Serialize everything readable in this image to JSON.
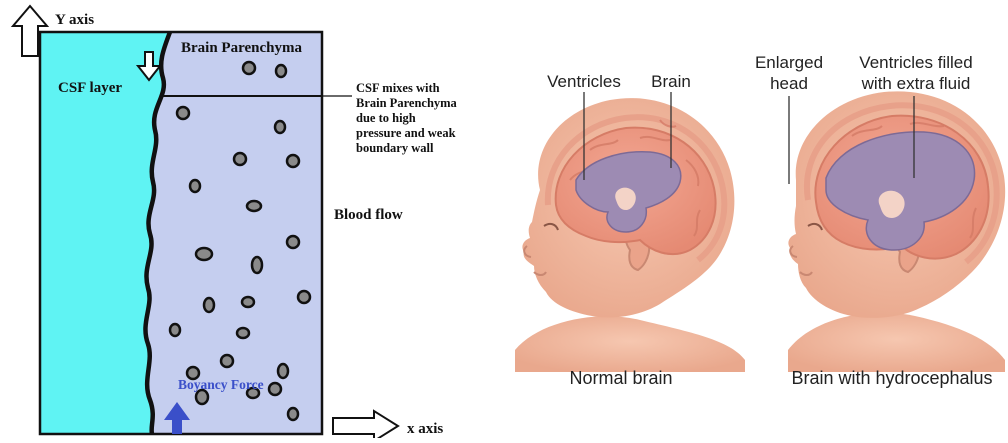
{
  "left_diagram": {
    "y_axis_label": "Y axis",
    "x_axis_label": "x axis",
    "csf_layer_label": "CSF layer",
    "brain_parenchyma_label": "Brain Parenchyma",
    "csf_mix_note": [
      "CSF mixes with",
      "Brain Parenchyma",
      "due to high",
      "pressure and weak",
      "boundary wall"
    ],
    "blood_flow_label": "Blood flow",
    "buoyancy_label": "Boyancy Force",
    "colors": {
      "csf": "#5ff3f3",
      "parenchyma": "#c5ceef",
      "particle": "#8a8a8a",
      "buoyancy_arrow": "#3a4fc9",
      "buoyancy_text": "#3a4fc9"
    }
  },
  "right_illustration": {
    "normal": {
      "label_1": "Ventricles",
      "label_2": "Brain",
      "caption": "Normal brain"
    },
    "hydrocephalus": {
      "label_1": [
        "Enlarged",
        "head"
      ],
      "label_2": [
        "Ventricles filled",
        "with extra fluid"
      ],
      "caption": "Brain with hydrocephalus"
    },
    "colors": {
      "skin": "#f1b69c",
      "brain": "#ef9c86",
      "ventricle": "#9d8bb3"
    }
  }
}
